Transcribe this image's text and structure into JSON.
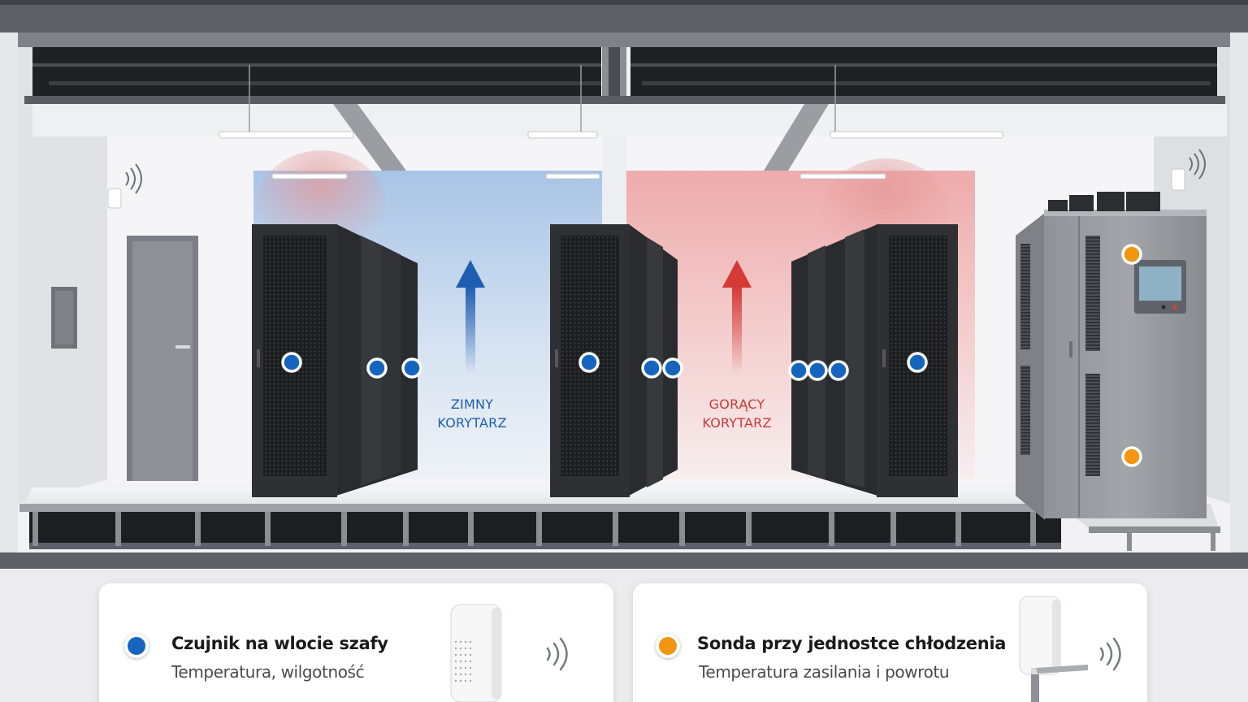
{
  "aisles": {
    "cold": {
      "line1": "ZIMNY",
      "line2": "KORYTARZ",
      "color": "#1e5eb0"
    },
    "hot": {
      "line1": "GORĄCY",
      "line2": "KORYTARZ",
      "color": "#c83a37"
    }
  },
  "legend": [
    {
      "id": "inlet",
      "title": "Czujnik na wlocie szafy",
      "subtitle": "Temperatura, wilgotność",
      "color": "#1565c0",
      "icon": "wireless-signal-icon"
    },
    {
      "id": "cooling",
      "title": "Sonda przy jednostce chłodzenia",
      "subtitle": "Temperatura zasilania i powrotu",
      "color": "#f29611",
      "icon": "wireless-signal-icon"
    }
  ],
  "colors": {
    "inlet_sensor": "#1565c0",
    "cooling_probe": "#f29611",
    "rack": "#2f3033",
    "wall": "#f1f1f3"
  }
}
